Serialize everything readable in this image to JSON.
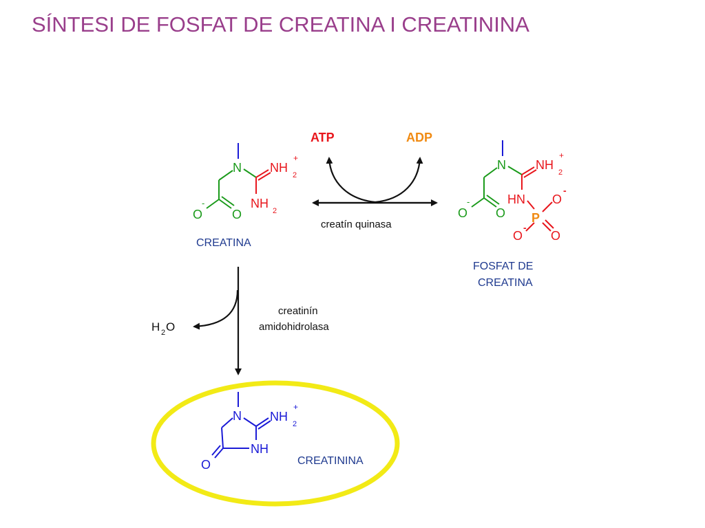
{
  "slide": {
    "title": "SÍNTESI DE FOSFAT DE CREATINA I CREATININA"
  },
  "colors": {
    "title": "#993e8b",
    "green": "#1a9a1a",
    "red": "#e8161c",
    "blue": "#1a1ad6",
    "navy": "#1f3a8f",
    "orange": "#f08a12",
    "black": "#111111",
    "highlight": "#f2ea16"
  },
  "diagram": {
    "atp": "ATP",
    "adp": "ADP",
    "enzyme1": "creatín quinasa",
    "enzyme2_line1": "creatinín",
    "enzyme2_line2": "amidohidrolasa",
    "water_h": "H",
    "water_sub": "2",
    "water_o": "O",
    "creatina": {
      "name": "CREATINA",
      "N": "N",
      "NH": "NH",
      "sub2a": "2",
      "plus": "+",
      "NH2_N": "NH",
      "sub2b": "2",
      "O1": "O",
      "O2": "O",
      "minus": "-"
    },
    "fosfat": {
      "name_line1": "FOSFAT DE",
      "name_line2": "CREATINA",
      "N": "N",
      "NH": "NH",
      "sub2": "2",
      "plus": "+",
      "HN": "HN",
      "P": "P",
      "O_top": "O",
      "O_left": "O",
      "O_right": "O",
      "minus1": "-",
      "minus2": "-",
      "O1": "O",
      "O2": "O",
      "minus3": "-"
    },
    "creatinina": {
      "name": "CREATININA",
      "N": "N",
      "NH": "NH",
      "sub2": "2",
      "plus": "+",
      "NH_ring": "NH",
      "O": "O"
    }
  }
}
